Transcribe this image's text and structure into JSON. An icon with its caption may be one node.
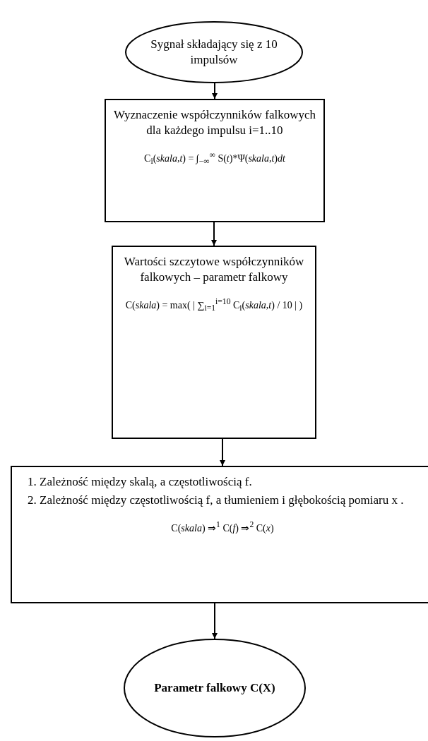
{
  "diagram": {
    "nodes": [
      {
        "text": [
          "Sygnał składający się z 10 impulsów"
        ]
      },
      {
        "text": [
          "Wyznaczenie współczynników falkowych dla każdego impulsu i=1..10",
          "C$_{i}$(*skala*,*t*) = ∫$_{−∞}$$^{∞}$ S(*t*)*Ψ(*skala*,*t*)*dt*"
        ]
      },
      {
        "text": [
          "Wartości szczytowe współczynników falkowych – parametr falkowy",
          "C(*skala*) = max( | ∑$_{i=1}$$^{i=10}$ C$_{i}$(*skala*,*t*) / 10 | )"
        ]
      },
      {
        "text": [
          "1.  Zależność między skalą, a częstotliwością f.",
          "2.  Zależność między częstotliwością f, a tłumieniem i głębokością pomiaru x .",
          "C(*skala*) ⇒$^{1}$ C(*f*) ⇒$^{2}$ C(*x*)"
        ]
      },
      {
        "text": [
          "Parametr falkowy C(X)"
        ]
      }
    ],
    "edges": [
      {
        "from": 0,
        "to": 1,
        "arrow": "to"
      },
      {
        "from": 1,
        "to": 2,
        "arrow": "to"
      },
      {
        "from": 2,
        "to": 3,
        "arrow": "to"
      },
      {
        "from": 3,
        "to": 4,
        "arrow": "to"
      }
    ]
  }
}
